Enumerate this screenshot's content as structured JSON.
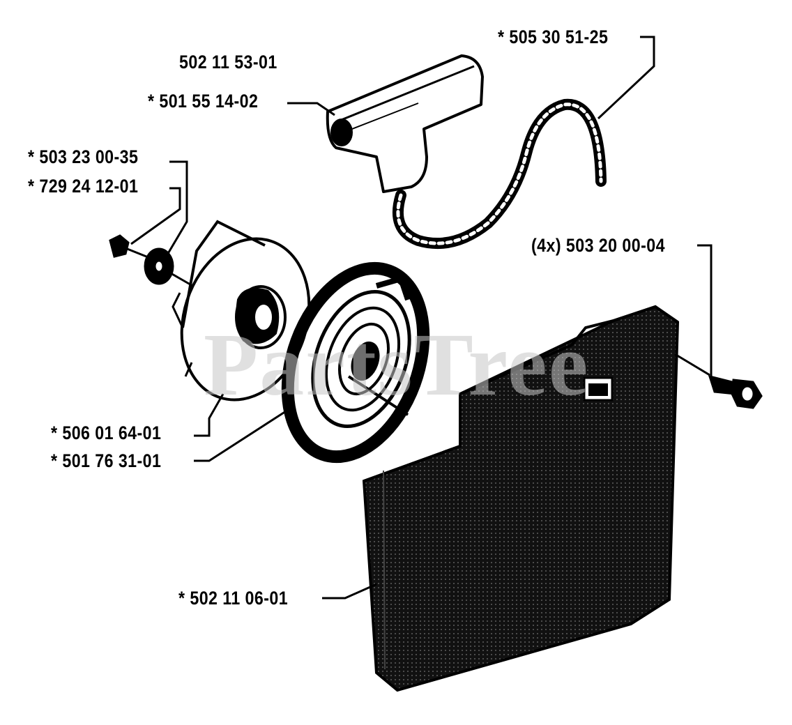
{
  "watermark": "PartsTree",
  "labels": {
    "rope": "* 505 30 51-25",
    "starter_assembly": "502 11 53-01",
    "handle": "* 501 55 14-02",
    "washer_a": "* 503 23 00-35",
    "screw_a": "* 729 24 12-01",
    "screws_4x": "(4x) 503 20 00-04",
    "pulley": "* 506 01 64-01",
    "spring": "* 501 76 31-01",
    "housing": "* 502 11 06-01"
  },
  "colors": {
    "ink": "#000000",
    "paper": "#ffffff",
    "watermark": "#c8c8c8"
  }
}
